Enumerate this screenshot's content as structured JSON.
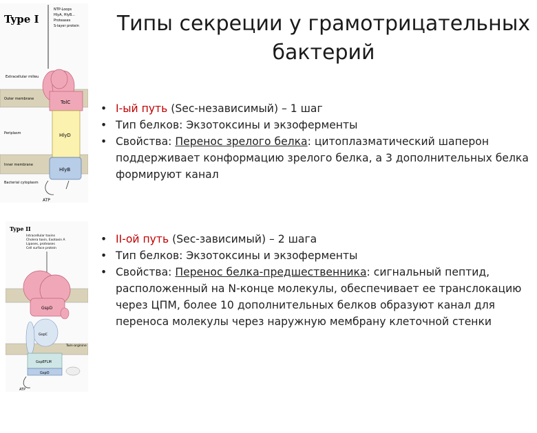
{
  "title": {
    "line1": "Типы секреции у грамотрицательных",
    "line2": "бактерий"
  },
  "figure1": {
    "heading": "Type I",
    "legend": [
      "NTP-Loops",
      "HlyA, HlyB...",
      "Proteases",
      "S-layer protein"
    ],
    "extracellular_label": "Extracellular milieu",
    "outer_membrane_label": "Outer membrane",
    "periplasm_label": "Periplasm",
    "inner_membrane_label": "Inner membrane",
    "cytoplasm_label": "Bacterial cytoplasm",
    "tolc_label": "TolC",
    "hlyd_label": "HlyD",
    "hlyb_label": "HlyB",
    "atp_label": "ATP"
  },
  "figure2": {
    "heading": "Type II",
    "caption_line1": "Intracellular toxins",
    "caption_line2": "Cholera toxin, Exotoxin A",
    "caption_line3": "Lipases, proteases",
    "caption_line4": "Cell surface protein",
    "outd_label": "GspD",
    "gspc_label": "GspC",
    "gspeflm_label": "GspEFLM",
    "gspo_label": "GspO",
    "twin_label": "Twin-arginine",
    "atp_label": "ATP"
  },
  "section1": {
    "b1_red": "I-ый путь",
    "b1_rest": " (Sec-независимый) – 1 шаг",
    "b2_label": "Тип белков:",
    "b2_rest": " Экзотоксины и экзоферменты",
    "b3_label": "Свойства:",
    "b3_underline": "Перенос зрелого белка",
    "b3_rest": ": цитоплазматический шаперон поддерживает конформацию зрелого белка, а 3 дополнительных белка формируют канал"
  },
  "section2": {
    "b1_red": "II-ой путь",
    "b1_rest": " (Sec-зависимый) – 2 шага",
    "b2_label": "Тип белков:",
    "b2_rest": " Экзотоксины и экзоферменты",
    "b3_label": "Свойства:",
    "b3_underline": "Перенос белка-предшественника",
    "b3_rest": ": сигнальный пептид, расположенный на N-конце молекулы, обеспечивает ее транслокацию через ЦПМ, более 10 дополнительных белков образуют канал для переноса молекулы через наружную мембрану клеточной стенки"
  },
  "bullet_char": "•",
  "colors": {
    "accent_red": "#c00000",
    "membrane": "#d9d2b8",
    "pink": "#f0a8b8",
    "yellow": "#fbf2b0",
    "blue": "#b8cde8"
  }
}
